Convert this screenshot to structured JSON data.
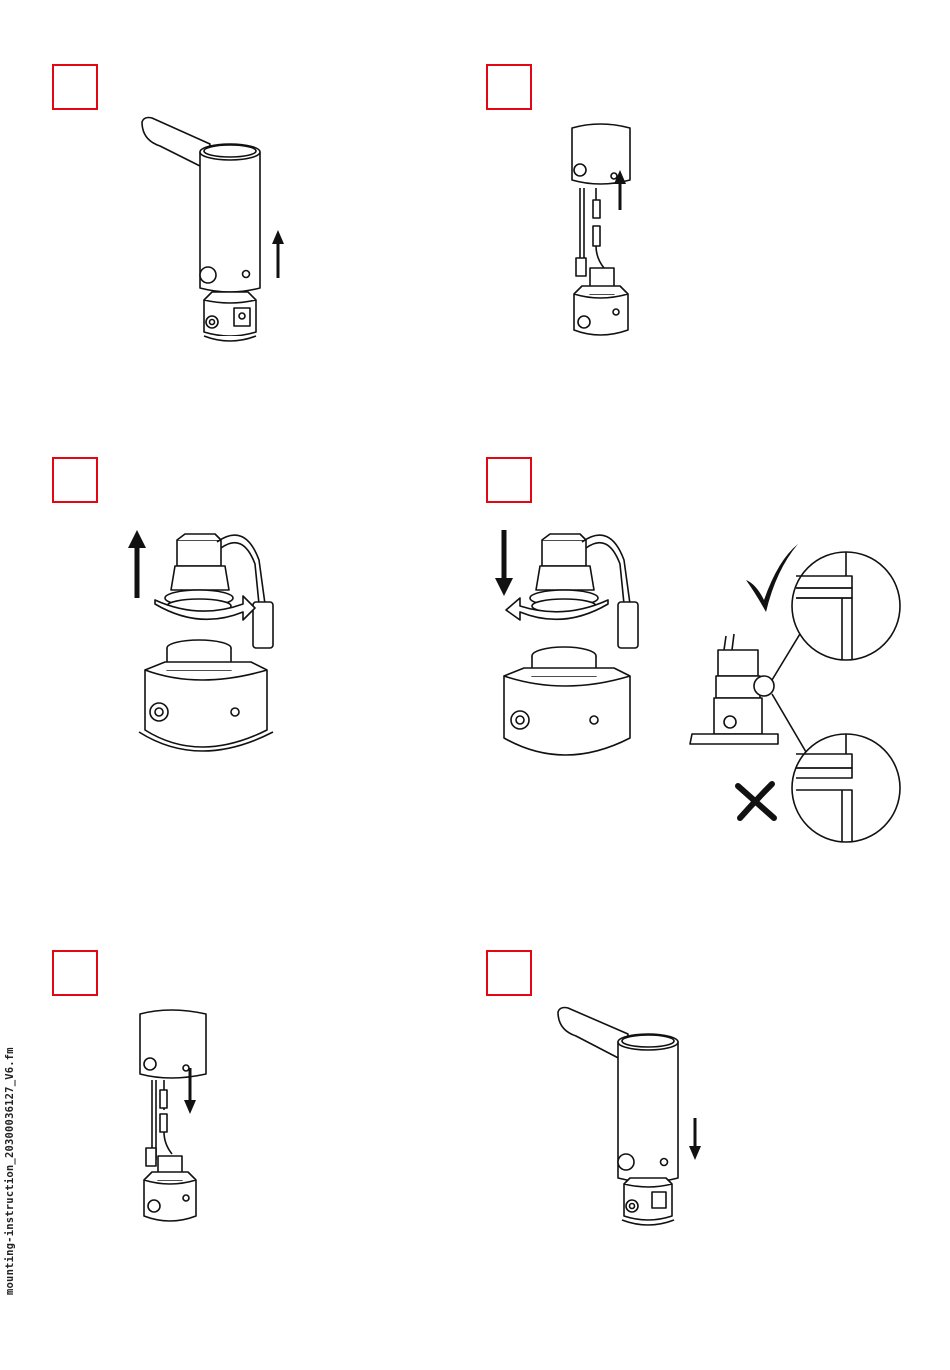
{
  "document": {
    "footer_file_name": "mounting-instruction_20300036127_V6.fm"
  },
  "steps": [
    {
      "position": "top-left",
      "action": "lift faucet body off base",
      "arrow": "up"
    },
    {
      "position": "top-right",
      "action": "disconnect cable connector",
      "arrow": "up"
    },
    {
      "position": "middle-left",
      "action": "unscrew solenoid cartridge",
      "arrow": "up"
    },
    {
      "position": "middle-right",
      "action": "screw in solenoid cartridge flush",
      "arrow": "down",
      "detail_correct": "check-mark",
      "detail_wrong": "cross-mark"
    },
    {
      "position": "bottom-left",
      "action": "reconnect cable and lower body",
      "arrow": "down"
    },
    {
      "position": "bottom-right",
      "action": "fit faucet body onto base",
      "arrow": "down"
    }
  ],
  "colors": {
    "step_box_border": "#e30613",
    "line": "#111111"
  }
}
